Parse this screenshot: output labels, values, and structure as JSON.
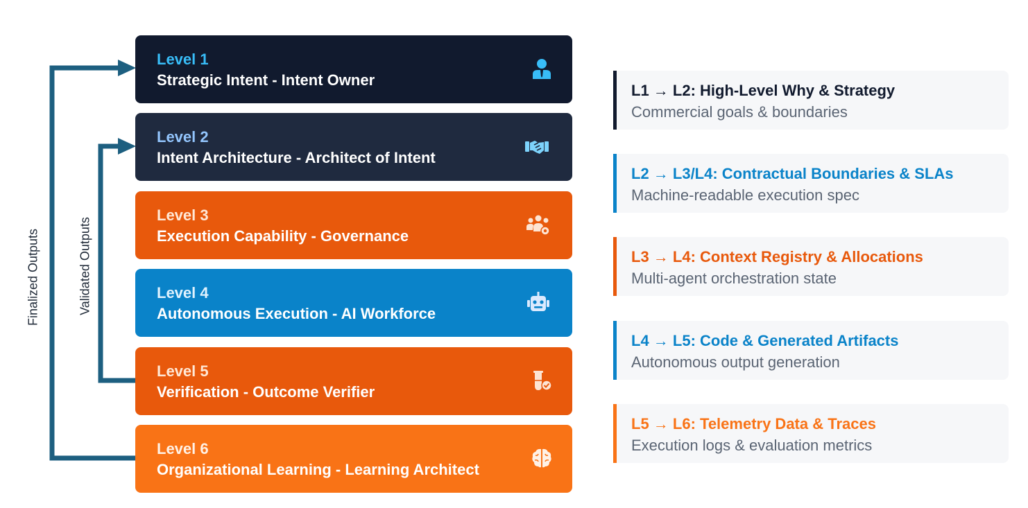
{
  "loops": {
    "outer_label": "Finalized Outputs",
    "inner_label": "Validated Outputs"
  },
  "levels": [
    {
      "title": "Level 1",
      "subtitle": "Strategic Intent - Intent Owner",
      "icon": "person-icon",
      "bg": "#111a2e",
      "title_color": "#38bdf8"
    },
    {
      "title": "Level 2",
      "subtitle": "Intent Architecture - Architect of Intent",
      "icon": "handshake-icon",
      "bg": "#1f2a3f",
      "title_color": "#93c5fd"
    },
    {
      "title": "Level 3",
      "subtitle": "Execution Capability - Governance",
      "icon": "team-gear-icon",
      "bg": "#e8590c",
      "title_color": "#ffe8d6"
    },
    {
      "title": "Level 4",
      "subtitle": "Autonomous Execution - AI Workforce",
      "icon": "robot-icon",
      "bg": "#0a83c9",
      "title_color": "#e0f2fe"
    },
    {
      "title": "Level 5",
      "subtitle": "Verification - Outcome Verifier",
      "icon": "test-tube-check-icon",
      "bg": "#e8590c",
      "title_color": "#ffe8d6"
    },
    {
      "title": "Level 6",
      "subtitle": "Organizational Learning - Learning Architect",
      "icon": "brain-icon",
      "bg": "#f97316",
      "title_color": "#fff1e6"
    }
  ],
  "flows": [
    {
      "title": "L1 → L2: High-Level Why & Strategy",
      "desc": "Commercial goals & boundaries",
      "color": "#111a2e"
    },
    {
      "title": "L2 → L3/L4: Contractual Boundaries & SLAs",
      "desc": "Machine-readable execution spec",
      "color": "#0a83c9"
    },
    {
      "title": "L3 → L4: Context Registry & Allocations",
      "desc": "Multi-agent orchestration state",
      "color": "#e8590c"
    },
    {
      "title": "L4 → L5: Code & Generated Artifacts",
      "desc": "Autonomous output generation",
      "color": "#0a83c9"
    },
    {
      "title": "L5 → L6: Telemetry Data & Traces",
      "desc": "Execution logs & evaluation metrics",
      "color": "#f97316"
    }
  ],
  "colors": {
    "loop_arrow": "#1d5f80",
    "text_dark": "#1f2937"
  }
}
